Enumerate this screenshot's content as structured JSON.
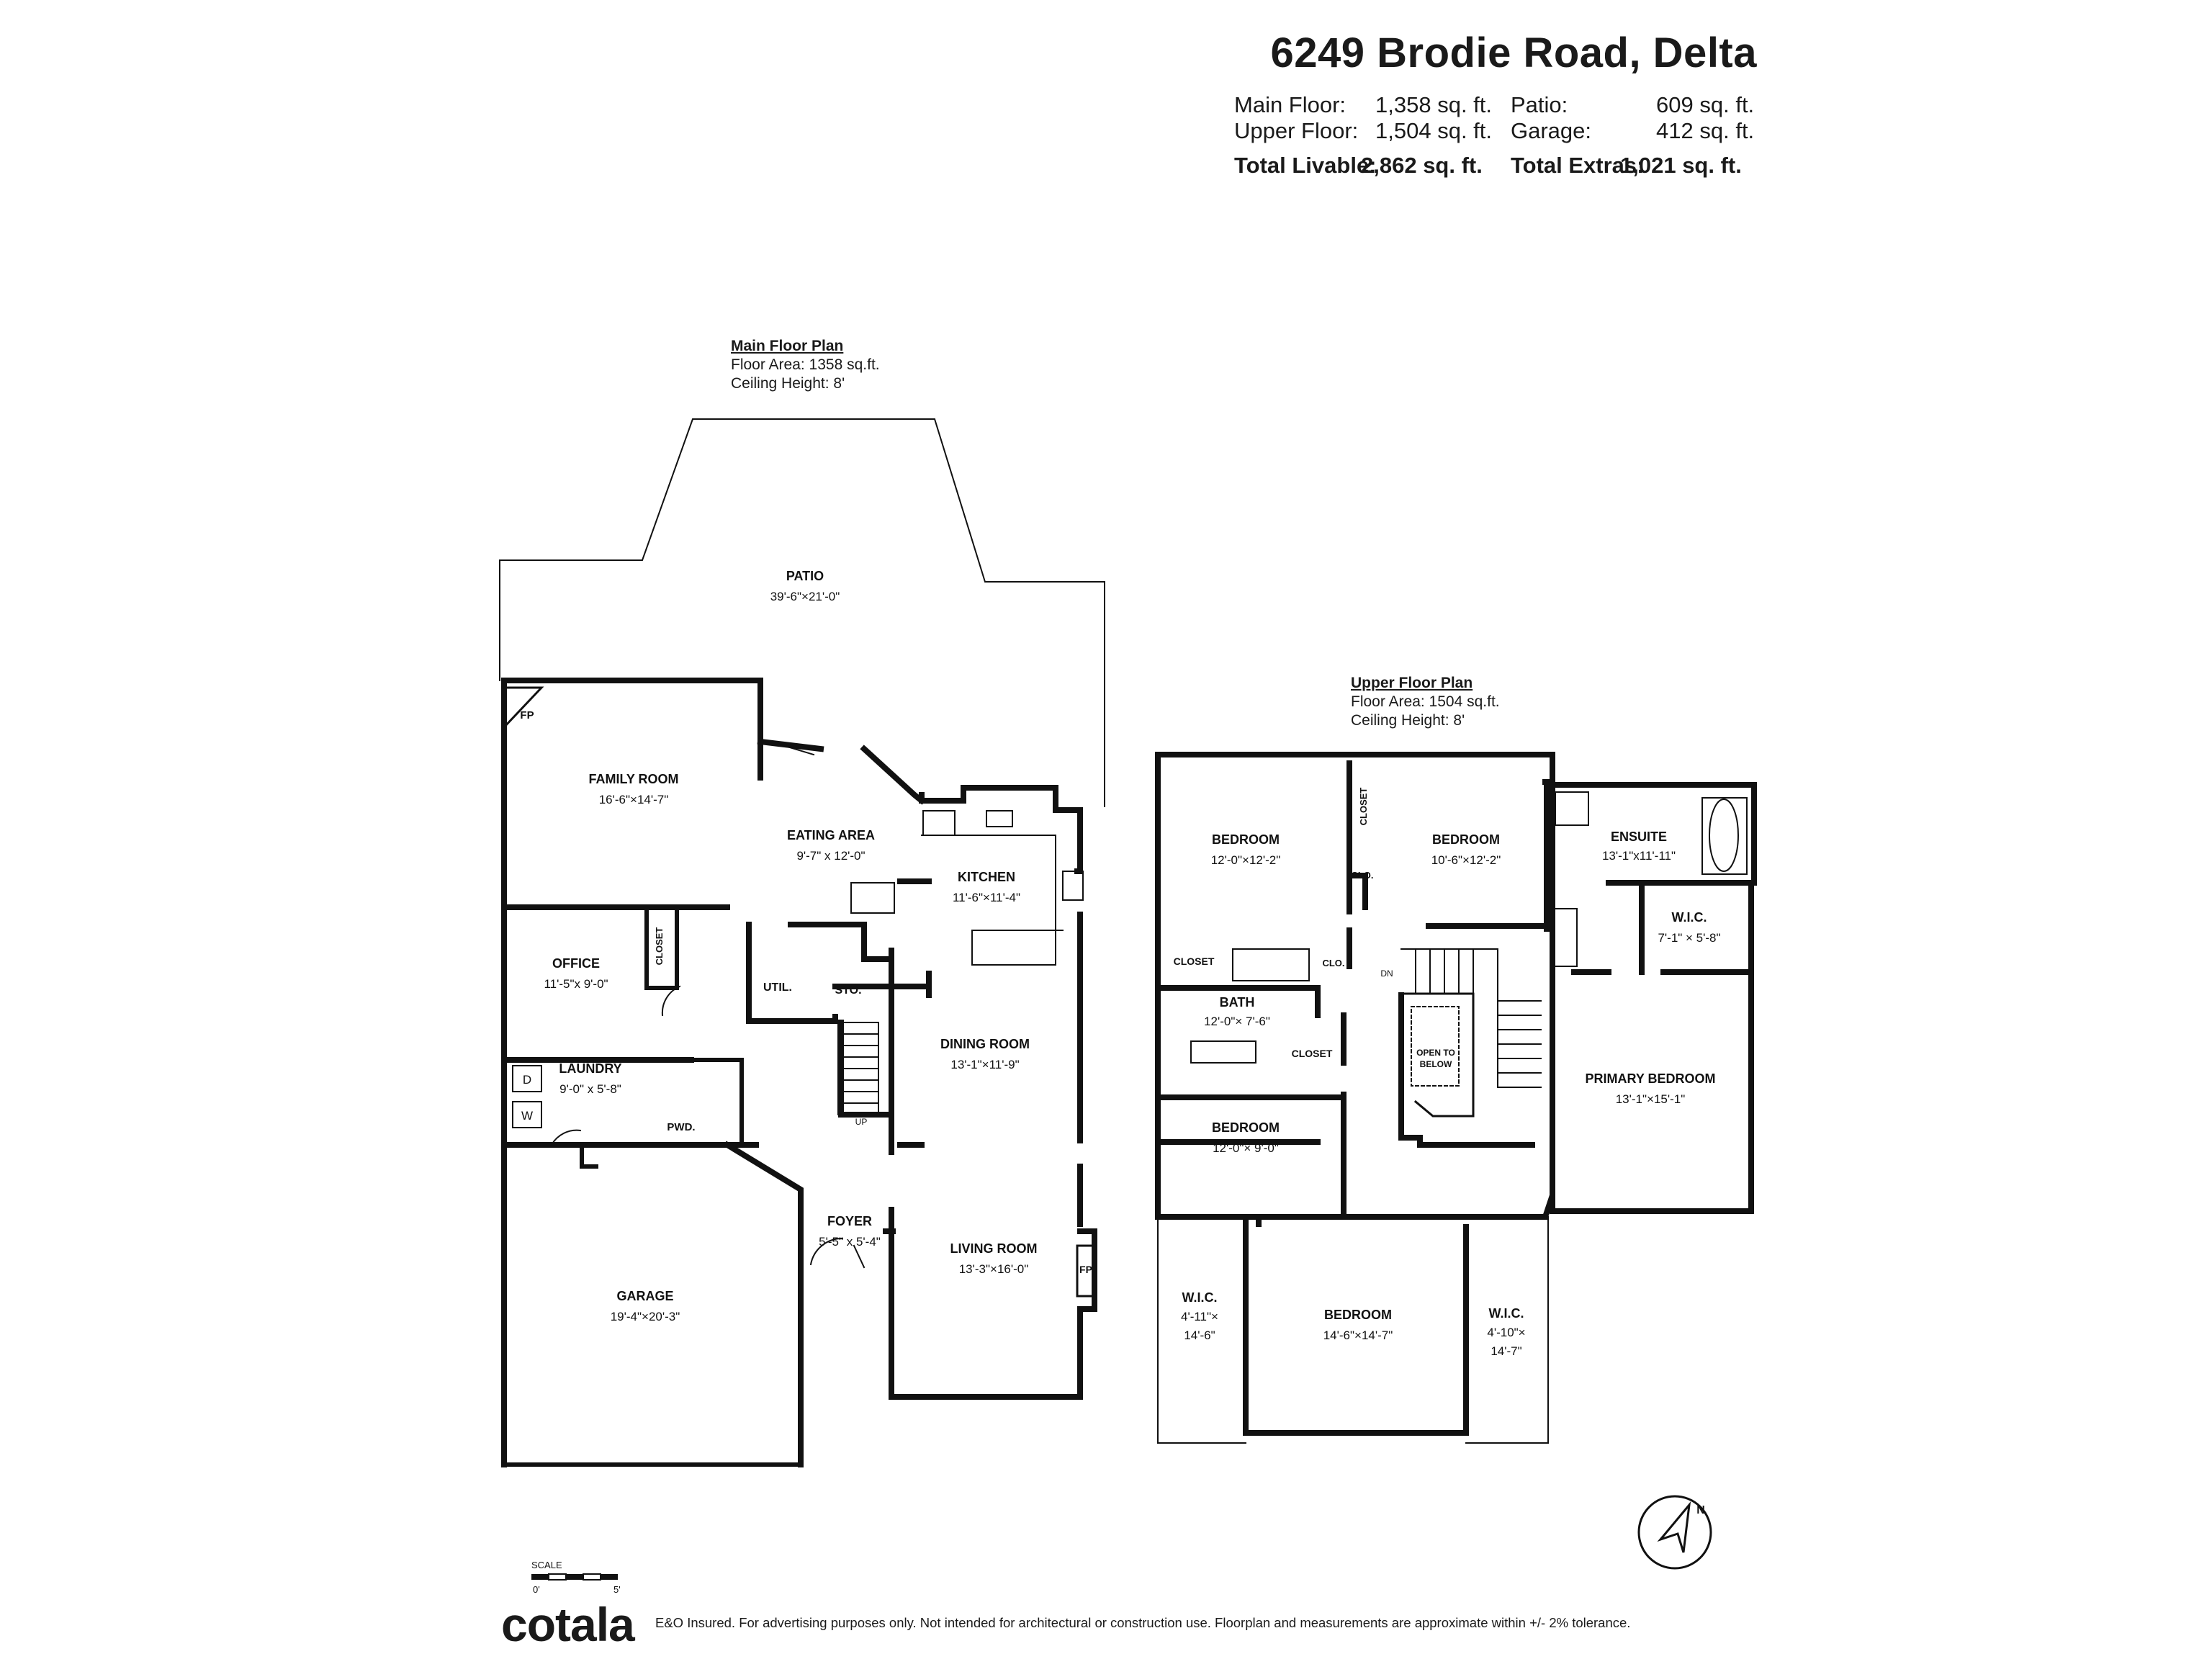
{
  "title": "6249 Brodie Road, Delta",
  "summary": {
    "main_floor_label": "Main Floor:",
    "main_floor_value": "1,358",
    "upper_floor_label": "Upper Floor:",
    "upper_floor_value": "1,504",
    "patio_label": "Patio:",
    "patio_value": "609",
    "garage_label": "Garage:",
    "garage_value": "412",
    "unit": "sq. ft.",
    "total_livable_label": "Total Livable:",
    "total_livable_value": "2,862 sq. ft.",
    "total_extras_label": "Total Extras:",
    "total_extras_value": "1,021 sq. ft."
  },
  "main_plan": {
    "title": "Main Floor Plan",
    "area": "Floor Area: 1358 sq.ft.",
    "ceiling": "Ceiling Height: 8'"
  },
  "upper_plan": {
    "title": "Upper Floor Plan",
    "area": "Floor Area: 1504 sq.ft.",
    "ceiling": "Ceiling Height: 8'"
  },
  "rooms_main": {
    "patio": {
      "name": "PATIO",
      "dim": "39'-6\"×21'-0\""
    },
    "family": {
      "name": "FAMILY ROOM",
      "dim": "16'-6\"×14'-7\""
    },
    "eating": {
      "name": "EATING AREA",
      "dim": "9'-7\" x 12'-0\""
    },
    "kitchen": {
      "name": "KITCHEN",
      "dim": "11'-6\"×11'-4\""
    },
    "office": {
      "name": "OFFICE",
      "dim": "11'-5\"x 9'-0\""
    },
    "closet": {
      "name": "CLOSET"
    },
    "util": {
      "name": "UTIL."
    },
    "sto": {
      "name": "STO."
    },
    "dining": {
      "name": "DINING ROOM",
      "dim": "13'-1\"×11'-9\""
    },
    "laundry": {
      "name": "LAUNDRY",
      "dim": "9'-0\" x 5'-8\""
    },
    "pwd": {
      "name": "PWD."
    },
    "garage": {
      "name": "GARAGE",
      "dim": "19'-4\"×20'-3\""
    },
    "foyer": {
      "name": "FOYER",
      "dim": "5'-5\" x 5'-4\""
    },
    "living": {
      "name": "LIVING ROOM",
      "dim": "13'-3\"×16'-0\""
    },
    "fp": "FP",
    "up": "UP",
    "dryer": "D",
    "washer": "W"
  },
  "rooms_upper": {
    "bed1": {
      "name": "BEDROOM",
      "dim": "12'-0\"×12'-2\""
    },
    "bed2": {
      "name": "BEDROOM",
      "dim": "10'-6\"×12'-2\""
    },
    "ensuite": {
      "name": "ENSUITE",
      "dim": "13'-1\"x11'-11\""
    },
    "wic_ens": {
      "name": "W.I.C.",
      "dim": "7'-1\" × 5'-8\""
    },
    "closet1": {
      "name": "CLOSET"
    },
    "closet2": {
      "name": "CLOSET"
    },
    "closet3": {
      "name": "CLOSET"
    },
    "clo1": {
      "name": "CLO."
    },
    "clo2": {
      "name": "CLO."
    },
    "bath": {
      "name": "BATH",
      "dim": "12'-0\"× 7'-6\""
    },
    "open_to": "OPEN TO",
    "below": "BELOW",
    "dn": "DN",
    "primary": {
      "name": "PRIMARY BEDROOM",
      "dim": "13'-1\"×15'-1\""
    },
    "bed3": {
      "name": "BEDROOM",
      "dim": "12'-0\"× 9'-0\""
    },
    "wic_l": {
      "name": "W.I.C.",
      "dim1": "4'-11\"×",
      "dim2": "14'-6\""
    },
    "bed4": {
      "name": "BEDROOM",
      "dim": "14'-6\"×14'-7\""
    },
    "wic_r": {
      "name": "W.I.C.",
      "dim1": "4'-10\"×",
      "dim2": "14'-7\""
    }
  },
  "scale": {
    "label": "SCALE",
    "start": "0'",
    "end": "5'"
  },
  "compass": "N",
  "footer": {
    "logo": "cotala",
    "disclaimer": "E&O Insured. For advertising purposes only. Not intended for architectural or construction use. Floorplan and measurements are approximate within +/- 2% tolerance."
  }
}
